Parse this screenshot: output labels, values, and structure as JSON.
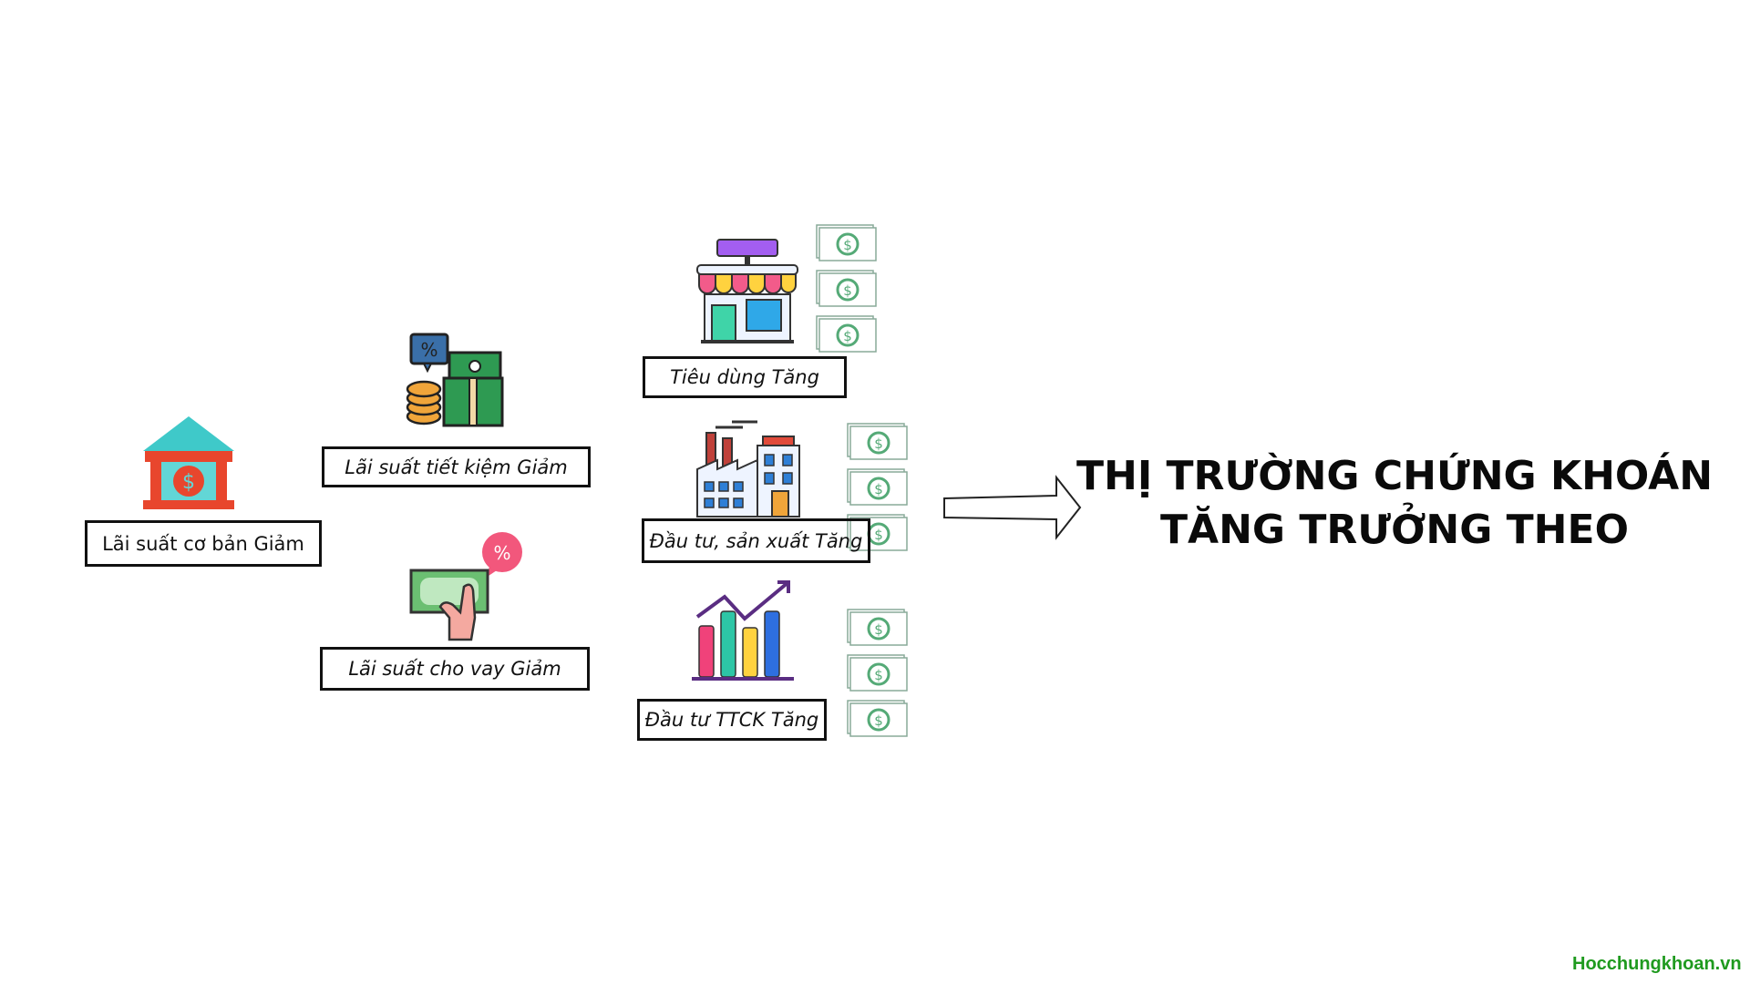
{
  "boxes": {
    "base_rate": "Lãi suất cơ bản Giảm",
    "savings_rate": "Lãi suất tiết kiệm Giảm",
    "lending_rate": "Lãi suất cho vay Giảm",
    "consumption": "Tiêu dùng Tăng",
    "investment_production": "Đầu tư, sản xuất Tăng",
    "stock_investment": "Đầu tư TTCK Tăng"
  },
  "conclusion": {
    "line1": "THỊ TRƯỜNG CHỨNG KHOÁN",
    "line2": "TĂNG TRƯỞNG THEO"
  },
  "watermark": "Hocchungkhoan.vn",
  "icons": [
    "bank-icon",
    "coins-cash-percent-icon",
    "hand-cash-percent-icon",
    "shop-icon",
    "factory-icon",
    "bar-chart-growth-icon",
    "money-stack-icon",
    "right-arrow-icon"
  ],
  "colors": {
    "watermark": "#1f9a1f",
    "box_border": "#111111",
    "text": "#0a0a0a"
  }
}
